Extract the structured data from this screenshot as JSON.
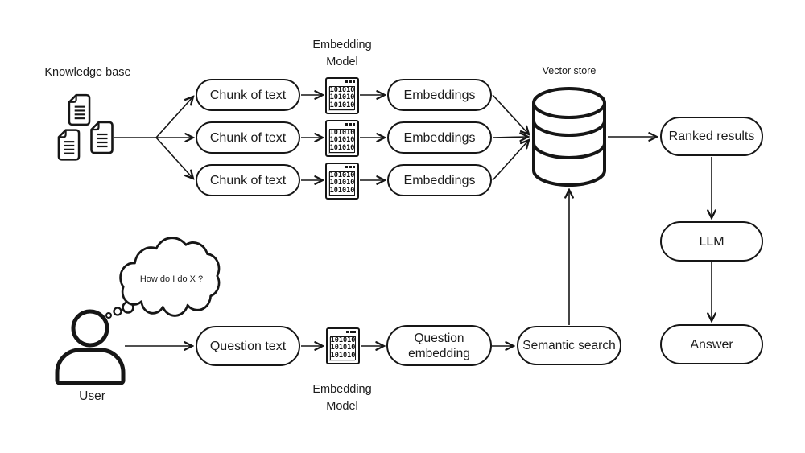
{
  "canvas": {
    "background": "#ffffff",
    "stroke_color": "#161616",
    "text_color": "#1c1c1c"
  },
  "labels": {
    "knowledge_base": "Knowledge base",
    "embedding_model_top": "Embedding Model",
    "vector_store": "Vector store",
    "embedding_model_bottom": "Embedding Model",
    "user": "User",
    "thought_bubble": "How do I do X ?"
  },
  "nodes": {
    "chunk_1": {
      "label": "Chunk of text"
    },
    "chunk_2": {
      "label": "Chunk of text"
    },
    "chunk_3": {
      "label": "Chunk of text"
    },
    "embeddings_1": {
      "label": "Embeddings"
    },
    "embeddings_2": {
      "label": "Embeddings"
    },
    "embeddings_3": {
      "label": "Embeddings"
    },
    "ranked_results": {
      "label": "Ranked results"
    },
    "llm": {
      "label": "LLM"
    },
    "answer": {
      "label": "Answer"
    },
    "question_text": {
      "label": "Question text"
    },
    "question_embedding": {
      "label": "Question embedding"
    },
    "semantic_search": {
      "label": "Semantic search"
    }
  },
  "icons": {
    "binary_window": {
      "line": "101010"
    },
    "document": "document-icon",
    "database": "database-cylinder-icon",
    "person": "person-icon",
    "thought": "thought-bubble-icon"
  }
}
